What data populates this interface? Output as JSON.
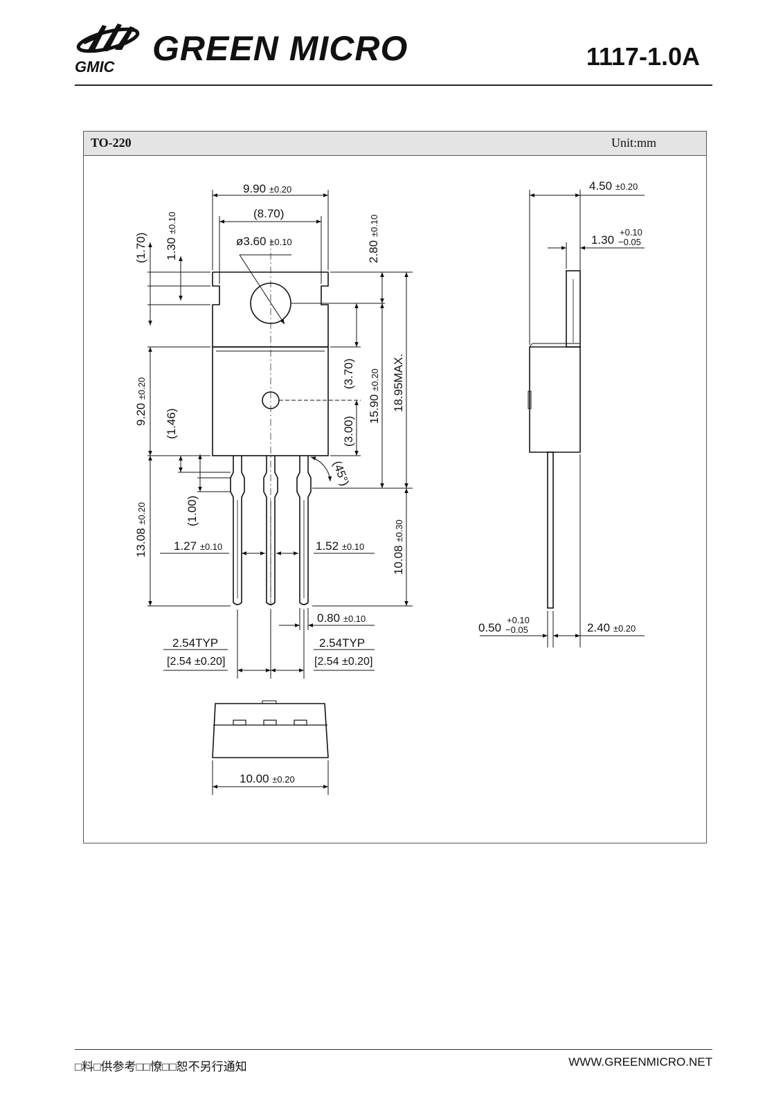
{
  "header": {
    "logo_text": "GMIC",
    "brand_name": "GREEN MICRO",
    "part_number": "1117-1.0A"
  },
  "package": {
    "name": "TO-220",
    "unit": "Unit:mm",
    "dimensions": {
      "body_width": "9.90",
      "body_width_tol": "±0.20",
      "tab_width": "(8.70)",
      "hole_dia": "ø3.60",
      "hole_dia_tol": "±0.10",
      "tab_top_ref": "(1.70)",
      "notch": "1.30",
      "notch_tol": "±0.10",
      "hole_offset": "2.80",
      "hole_offset_tol": "±0.10",
      "body_height": "9.20",
      "body_height_tol": "±0.20",
      "hole_to_center": "(3.70)",
      "center_to_bottom": "(3.00)",
      "overall_height": "15.90",
      "overall_height_tol": "±0.20",
      "max_height": "18.95MAX.",
      "lead_shoulder": "(1.46)",
      "angle": "(45°)",
      "lead_step": "(1.00)",
      "lead_length": "13.08",
      "lead_length_tol": "±0.20",
      "lead_length2": "10.08",
      "lead_length2_tol": "±0.30",
      "lead_width_upper": "1.27",
      "lead_width_upper_tol": "±0.10",
      "lead_width_shoulder": "1.52",
      "lead_width_shoulder_tol": "±0.10",
      "lead_width": "0.80",
      "lead_width_tol": "±0.10",
      "pitch_left": "2.54TYP",
      "pitch_left_tol": "[2.54 ±0.20]",
      "pitch_right": "2.54TYP",
      "pitch_right_tol": "[2.54 ±0.20]",
      "bottom_width": "10.00",
      "bottom_width_tol": "±0.20",
      "side_thickness": "4.50",
      "side_thickness_tol": "±0.20",
      "tab_thickness": "1.30",
      "tab_thickness_tol_plus": "+0.10",
      "tab_thickness_tol_minus": "−0.05",
      "lead_thickness": "0.50",
      "lead_thickness_tol_plus": "+0.10",
      "lead_thickness_tol_minus": "−0.05",
      "lead_offset": "2.40",
      "lead_offset_tol": "±0.20"
    }
  },
  "footer": {
    "left_text": "□料□供参考□□憭□□恕不另行通知",
    "right_text": "WWW.GREENMICRO.NET"
  }
}
